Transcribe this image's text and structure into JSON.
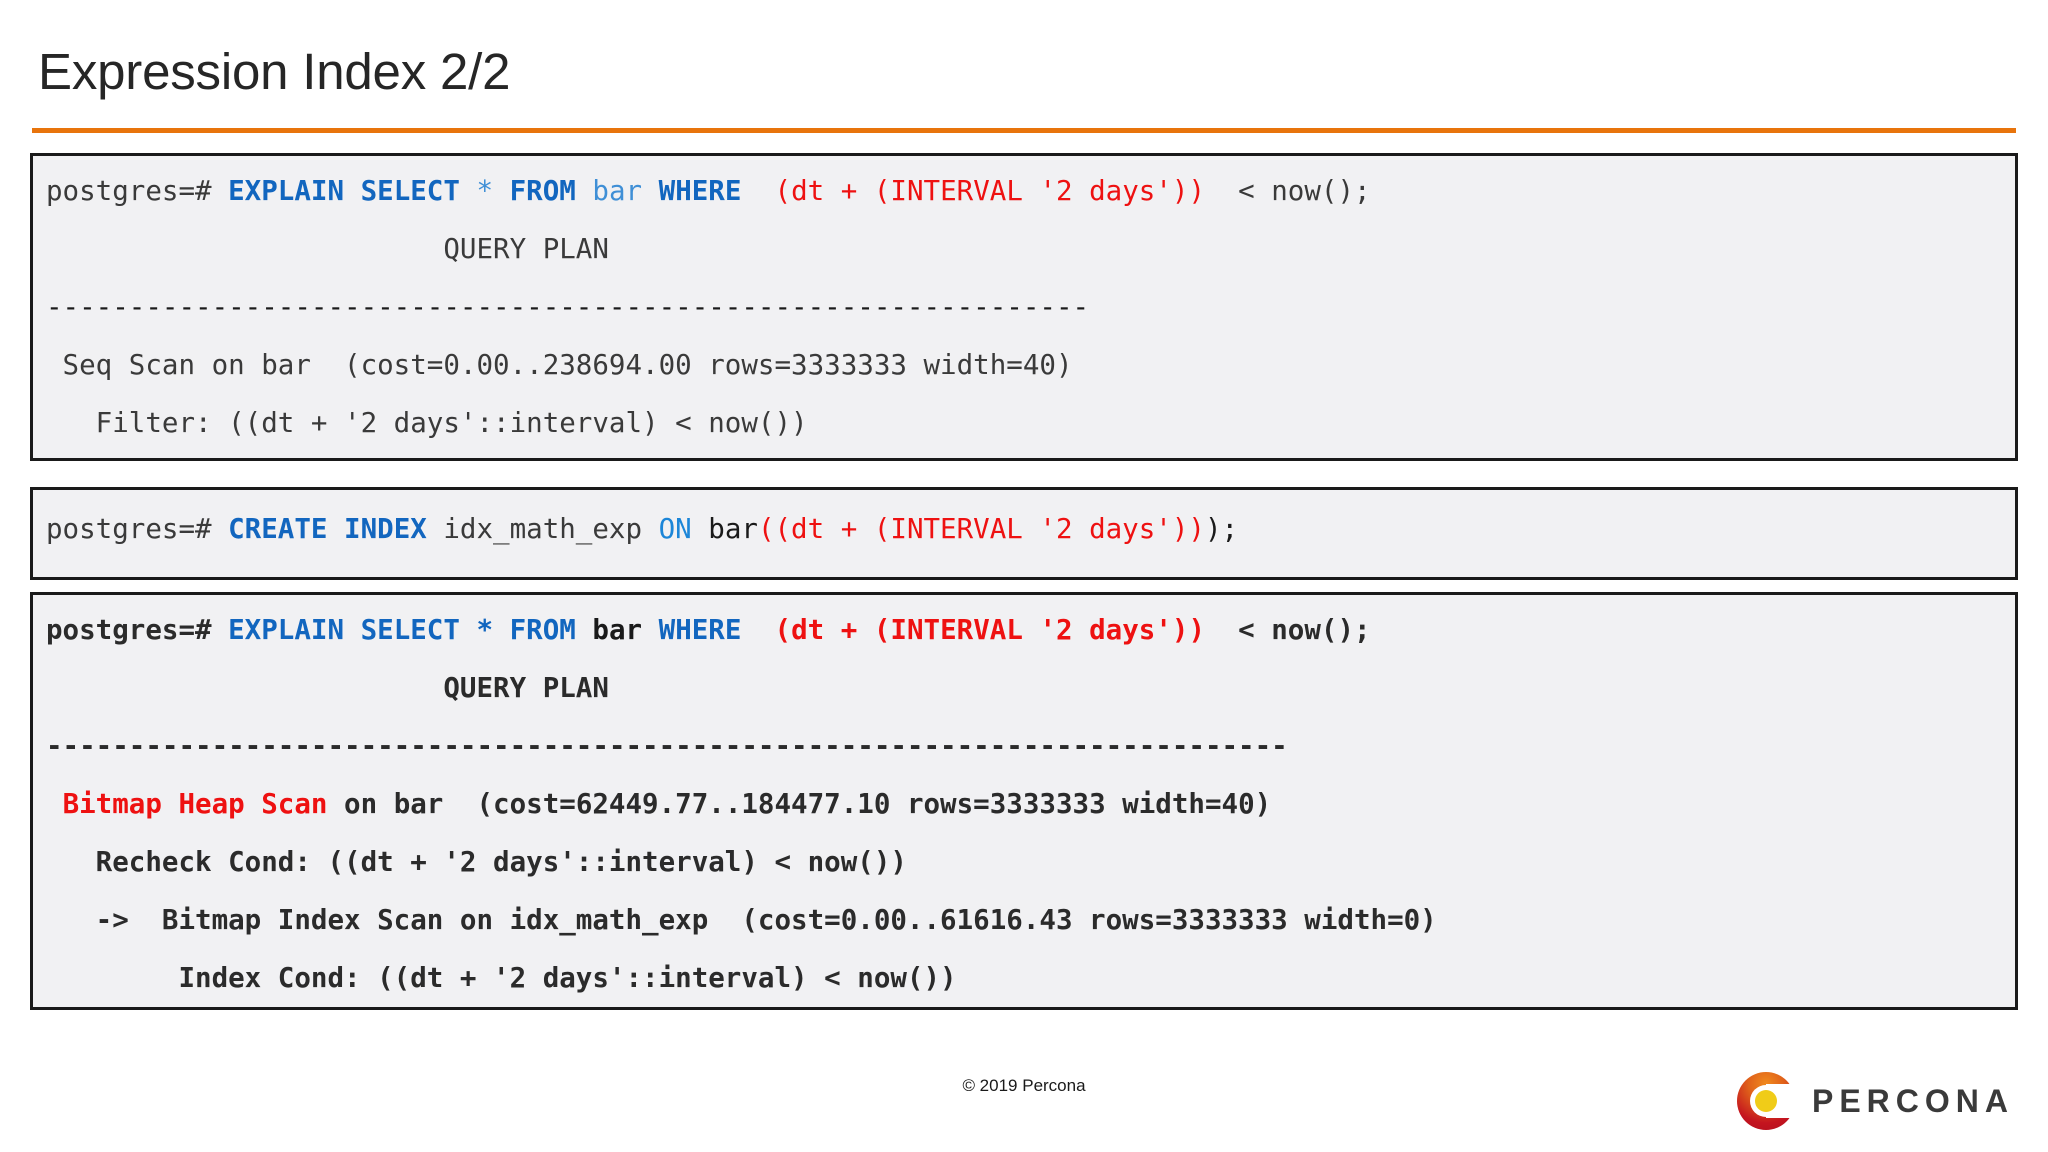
{
  "slide": {
    "title": "Expression Index 2/2",
    "accent_color": "#E8740C",
    "footer_copyright": "© 2019 Percona",
    "logo_text": "PERCONA",
    "logo_colors": {
      "ring_red": "#C4141F",
      "ring_orange": "#F08A1E",
      "dot_yellow": "#F0CC18"
    }
  },
  "code_blocks": [
    {
      "id": "explain-seqscan",
      "bold": false,
      "lines": [
        [
          {
            "t": "postgres=# ",
            "c": "plain"
          },
          {
            "t": "EXPLAIN SELECT ",
            "c": "kw"
          },
          {
            "t": "* ",
            "c": "ident-blue"
          },
          {
            "t": "FROM ",
            "c": "kw"
          },
          {
            "t": "bar ",
            "c": "ident-blue"
          },
          {
            "t": "WHERE ",
            "c": "kw"
          },
          {
            "t": " (dt + (INTERVAL '2 days')) ",
            "c": "expr"
          },
          {
            "t": " < now();",
            "c": "plain"
          }
        ],
        [
          {
            "t": "                        QUERY PLAN",
            "c": "plain"
          }
        ],
        [
          {
            "t": "---------------------------------------------------------------",
            "c": "dark"
          }
        ],
        [
          {
            "t": " Seq Scan on bar  (cost=0.00..238694.00 rows=3333333 width=40)",
            "c": "plain"
          }
        ],
        [
          {
            "t": "   Filter: ((dt + '2 days'::interval) < now())",
            "c": "plain"
          }
        ]
      ]
    },
    {
      "id": "create-index",
      "bold": false,
      "lines": [
        [
          {
            "t": "postgres=# ",
            "c": "plain"
          },
          {
            "t": "CREATE INDEX ",
            "c": "kw"
          },
          {
            "t": "idx_math_exp ",
            "c": "plain"
          },
          {
            "t": "ON ",
            "c": "kw-plain"
          },
          {
            "t": "bar",
            "c": "dark"
          },
          {
            "t": "((dt + (INTERVAL '2 days'))",
            "c": "expr"
          },
          {
            "t": ");",
            "c": "dark"
          }
        ]
      ]
    },
    {
      "id": "explain-bitmap",
      "bold": true,
      "lines": [
        [
          {
            "t": "postgres=# ",
            "c": "dark"
          },
          {
            "t": "EXPLAIN SELECT ",
            "c": "kw"
          },
          {
            "t": "* ",
            "c": "kw"
          },
          {
            "t": "FROM ",
            "c": "kw"
          },
          {
            "t": "bar ",
            "c": "ident-blue"
          },
          {
            "t": "WHERE ",
            "c": "kw"
          },
          {
            "t": " (dt + (INTERVAL '2 days')) ",
            "c": "expr"
          },
          {
            "t": " < now();",
            "c": "dark"
          }
        ],
        [
          {
            "t": "                        QUERY PLAN",
            "c": "dark"
          }
        ],
        [
          {
            "t": "---------------------------------------------------------------------------",
            "c": "dark"
          }
        ],
        [
          {
            "t": " ",
            "c": "dark"
          },
          {
            "t": "Bitmap Heap Scan",
            "c": "node-red"
          },
          {
            "t": " on bar  (cost=62449.77..184477.10 rows=3333333 width=40)",
            "c": "plain"
          }
        ],
        [
          {
            "t": "   Recheck Cond: ((dt + '2 days'::interval) < now())",
            "c": "plain"
          }
        ],
        [
          {
            "t": "   ->  Bitmap Index Scan on idx_math_exp  (cost=0.00..61616.43 rows=3333333 width=0)",
            "c": "plain"
          }
        ],
        [
          {
            "t": "        Index Cond: ((dt + '2 days'::interval) < now())",
            "c": "plain"
          }
        ]
      ]
    }
  ]
}
